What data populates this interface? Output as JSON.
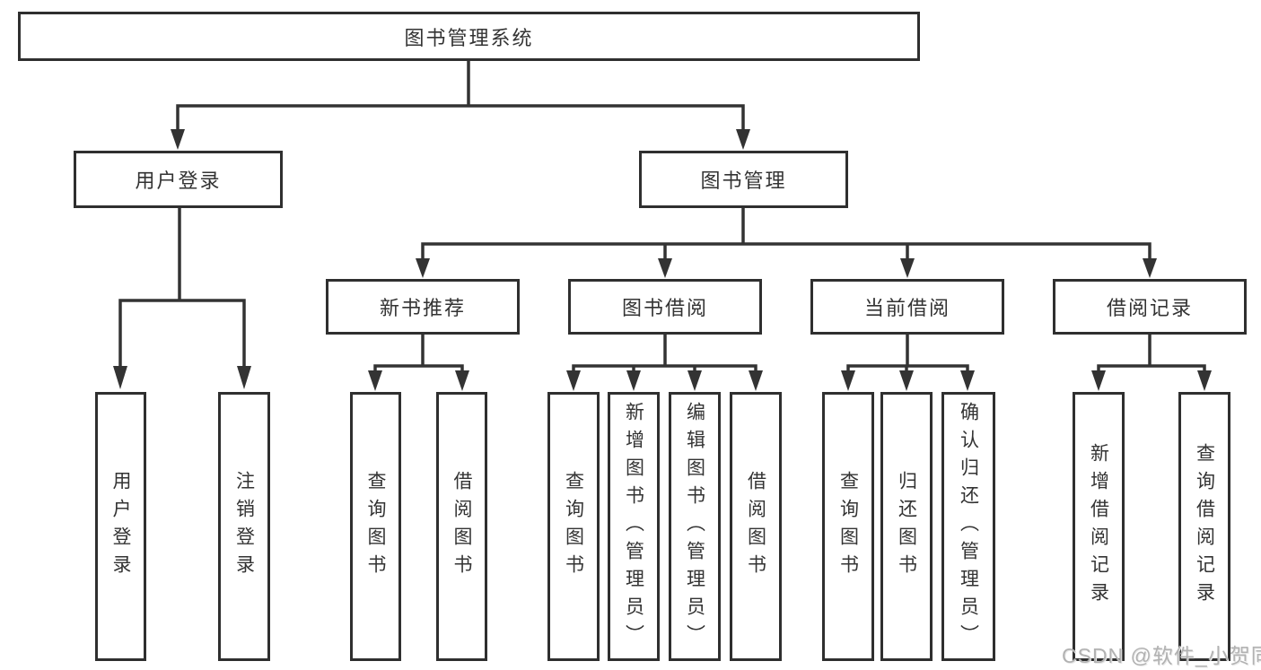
{
  "diagram": {
    "root": {
      "label": "图书管理系统"
    },
    "level2": [
      {
        "label": "用户登录",
        "children": [
          {
            "label": "用户登录"
          },
          {
            "label": "注销登录"
          }
        ]
      },
      {
        "label": "图书管理",
        "children": [
          {
            "label": "新书推荐",
            "children": [
              {
                "label": "查询图书"
              },
              {
                "label": "借阅图书"
              }
            ]
          },
          {
            "label": "图书借阅",
            "children": [
              {
                "label": "查询图书"
              },
              {
                "label": "新增图书（管理员）"
              },
              {
                "label": "编辑图书（管理员）"
              },
              {
                "label": "借阅图书"
              }
            ]
          },
          {
            "label": "当前借阅",
            "children": [
              {
                "label": "查询图书"
              },
              {
                "label": "归还图书"
              },
              {
                "label": "确认归还（管理员）"
              }
            ]
          },
          {
            "label": "借阅记录",
            "children": [
              {
                "label": "新增借阅记录"
              },
              {
                "label": "查询借阅记录"
              }
            ]
          }
        ]
      }
    ]
  },
  "watermark": {
    "text": "CSDN @软件_小贺同学"
  },
  "colors": {
    "background": "#ffffff",
    "line": "#333333",
    "box_border": "#2f2f2f",
    "text": "#333333",
    "watermark": "#b2b2b2"
  }
}
